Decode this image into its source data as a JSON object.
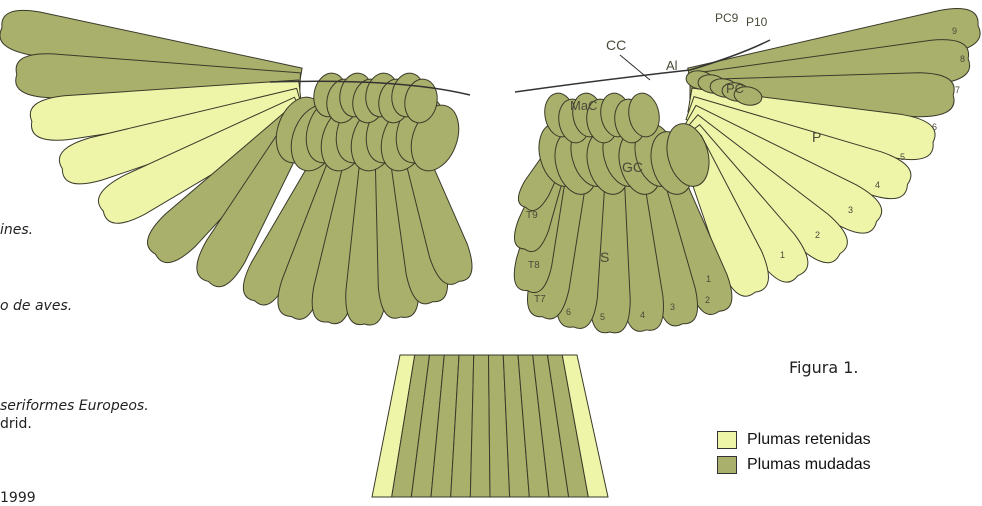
{
  "colors": {
    "retained": "#eef5a8",
    "moulted": "#a9b06b",
    "outline": "#3a3a2a",
    "mark_text": "#4a4a3a"
  },
  "side_text": {
    "line1": "ines.",
    "line2": "o de aves.",
    "line3": "seriformes Europeos.",
    "line4": "drid.",
    "line5": "1999"
  },
  "caption": "Figura 1.",
  "legend": {
    "retained_label": "Plumas retenidas",
    "moulted_label": "Plumas mudadas"
  },
  "labels": {
    "cc": "CC",
    "pc9": "PC9",
    "p10": "P10",
    "al": "Al",
    "pc": "PC",
    "mac": "MaC",
    "gc": "GC",
    "p": "P",
    "s": "S",
    "t7": "T7",
    "t8": "T8",
    "t9": "T9"
  },
  "primaries": [
    "1",
    "2",
    "3",
    "4",
    "5",
    "6",
    "7",
    "8",
    "9"
  ],
  "secondaries": [
    "1",
    "2",
    "3",
    "4",
    "5",
    "6"
  ]
}
